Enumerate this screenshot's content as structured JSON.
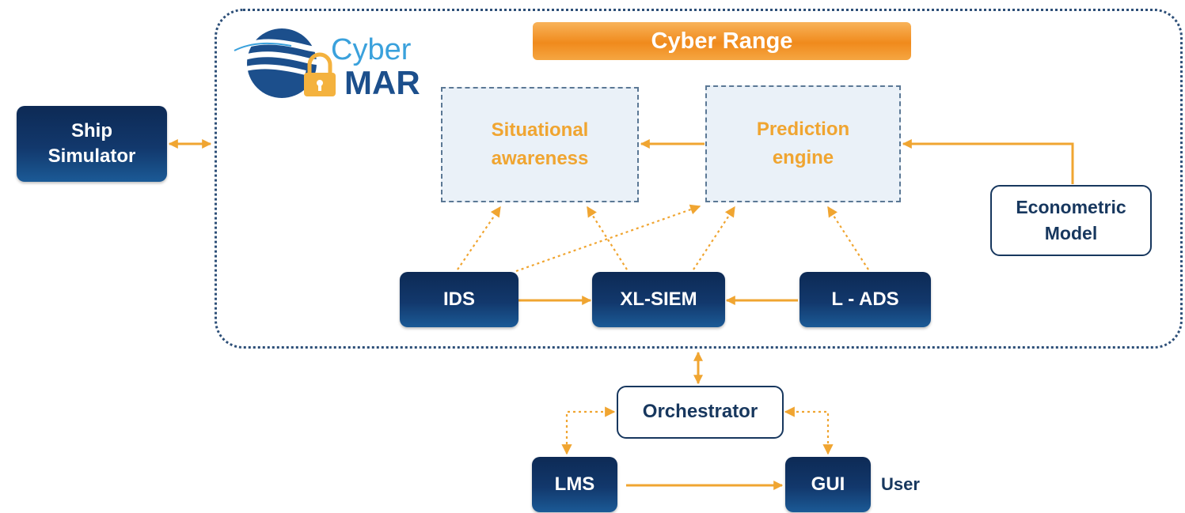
{
  "colors": {
    "navy": "#0d2a55",
    "orange": "#f0a531",
    "dashed_fill": "#eaf1f8",
    "logo_blue": "#1c4f8c",
    "logo_light_blue": "#3aa1dc",
    "lock_yellow": "#f4b23e"
  },
  "logo": {
    "line1": "Cyber",
    "line2": "MAR",
    "icon": "padlock-wave-icon"
  },
  "cyber_range": {
    "title": "Cyber Range"
  },
  "nodes": {
    "ship_simulator": "Ship\nSimulator",
    "situational_awareness": "Situational\nawareness",
    "prediction_engine": "Prediction\nengine",
    "econometric_model": "Econometric\nModel",
    "ids": "IDS",
    "xl_siem": "XL-SIEM",
    "l_ads": "L - ADS",
    "orchestrator": "Orchestrator",
    "lms": "LMS",
    "gui": "GUI",
    "user_label": "User"
  }
}
